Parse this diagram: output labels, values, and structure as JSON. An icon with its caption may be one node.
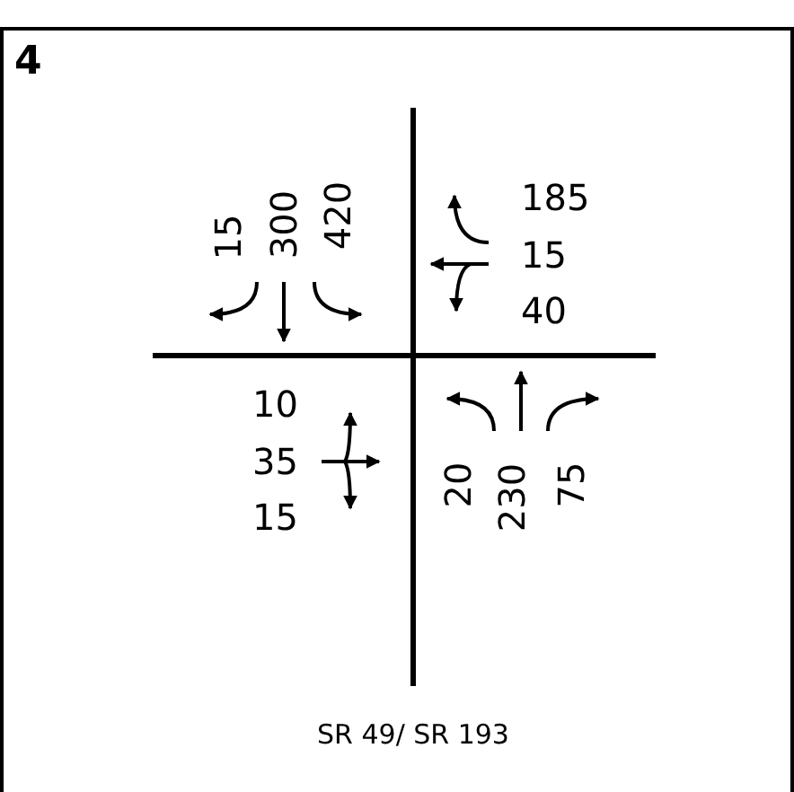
{
  "diagram": {
    "title": "4",
    "caption": "SR 49/ SR 193",
    "labels": [
      "15",
      "300",
      "420",
      "185",
      "15",
      "40",
      "10",
      "35",
      "15",
      "20",
      "230",
      "75"
    ]
  }
}
